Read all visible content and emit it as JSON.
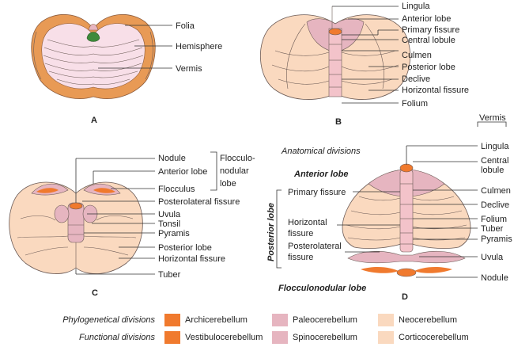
{
  "colors": {
    "archi": "#f07a2e",
    "paleo": "#e6b5c0",
    "neo": "#fad9bf",
    "outline": "#6b5a55",
    "folia_dark": "#e89a55"
  },
  "panel_a": {
    "letter": "A",
    "labels": [
      "Folia",
      "Hemisphere",
      "Vermis"
    ]
  },
  "panel_b": {
    "letter": "B",
    "labels": [
      "Lingula",
      "Anterior lobe",
      "Primary fissure",
      "Central lobule",
      "Culmen",
      "Posterior lobe",
      "Declive",
      "Horizontal fissure",
      "Folium"
    ]
  },
  "panel_c": {
    "letter": "C",
    "labels": [
      "Nodule",
      "Anterior lobe",
      "Flocculus",
      "Posterolateral fissure",
      "Uvula",
      "Tonsil",
      "Pyramis",
      "Posterior lobe",
      "Horizontal fissure",
      "Tuber"
    ],
    "group_label": [
      "Flocculo-",
      "nodular",
      "lobe"
    ]
  },
  "panel_d": {
    "letter": "D",
    "vermis_header": "Vermis",
    "anatomical": "Anatomical divisions",
    "anterior_lobe": "Anterior lobe",
    "posterior_lobe": "Posterior lobe",
    "flocculonodular_lobe": "Flocculonodular lobe",
    "right_labels": [
      "Lingula",
      "Central",
      "lobule",
      "Culmen",
      "Declive",
      "Folium",
      "Tuber",
      "Pyramis",
      "Uvula",
      "Nodule"
    ],
    "left_labels": [
      "Primary fissure",
      "Horizontal",
      "fissure",
      "Posterolateral",
      "fissure"
    ]
  },
  "legend": {
    "rows": [
      {
        "title": "Phylogenetical divisions",
        "items": [
          "Archicerebellum",
          "Paleocerebellum",
          "Neocerebellum"
        ]
      },
      {
        "title": "Functional divisions",
        "items": [
          "Vestibulocerebellum",
          "Spinocerebellum",
          "Corticocerebellum"
        ]
      }
    ]
  }
}
